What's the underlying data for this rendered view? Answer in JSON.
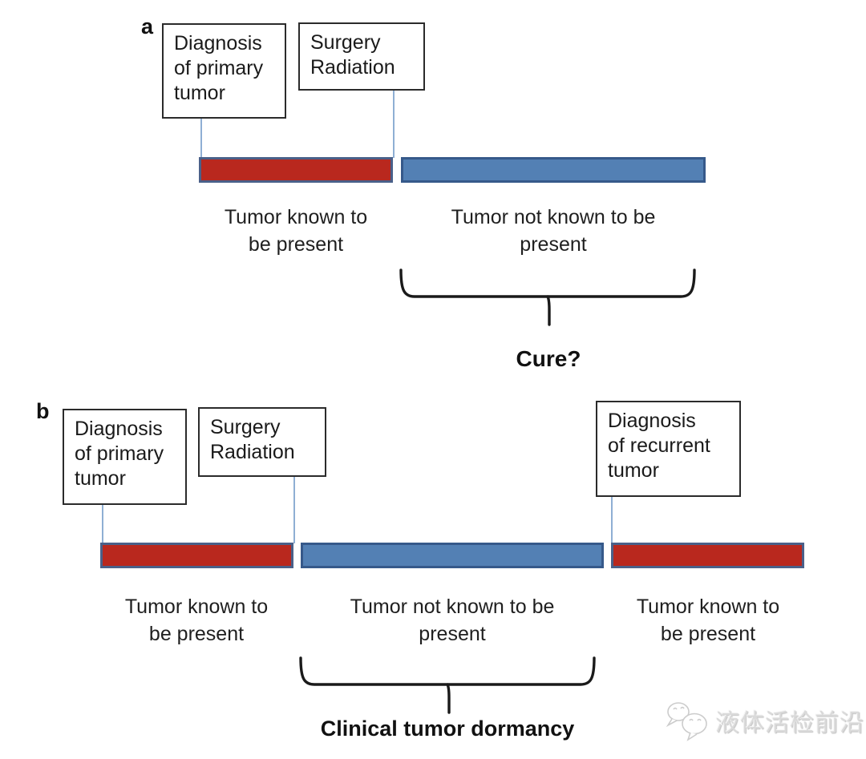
{
  "figure": {
    "type": "timeline-diagram",
    "description_colors": {
      "bar_red_fill": "#b9281e",
      "bar_blue_fill": "#5380b4",
      "bar_border": "#44608c",
      "connector_line": "#8fafd4",
      "text": "#1f1f1f",
      "watermark_gray": "#dadada"
    }
  },
  "panel_a": {
    "letter": "a",
    "boxes": {
      "diagnosis_primary": "Diagnosis\nof primary\ntumor",
      "surgery_radiation": "Surgery\nRadiation"
    },
    "bar_labels": {
      "known": "Tumor known to\nbe present",
      "not_known": "Tumor not known to be\npresent"
    },
    "brace_caption": "Cure?"
  },
  "panel_b": {
    "letter": "b",
    "boxes": {
      "diagnosis_primary": "Diagnosis\nof primary\ntumor",
      "surgery_radiation": "Surgery\nRadiation",
      "diagnosis_recurrent": "Diagnosis\nof recurrent\ntumor"
    },
    "bar_labels": {
      "known_left": "Tumor known to\nbe present",
      "not_known": "Tumor not known to be\npresent",
      "known_right": "Tumor known to\nbe present"
    },
    "brace_caption": "Clinical tumor dormancy"
  },
  "watermark": {
    "logo": "wechat-bubbles-icon",
    "text": "液体活检前沿"
  }
}
